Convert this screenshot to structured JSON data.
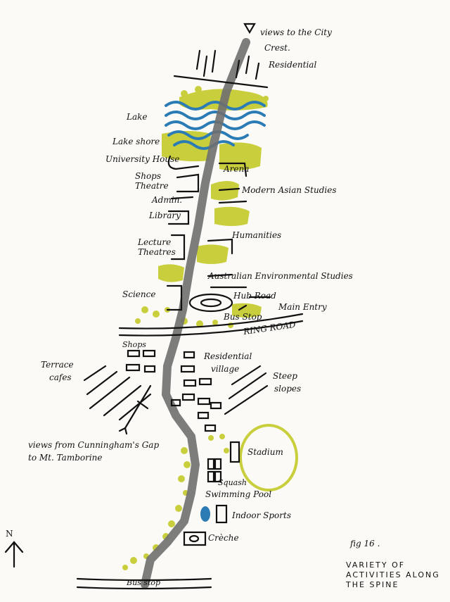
{
  "labels": {
    "views_city": "views to the City",
    "crest": "Crest.",
    "residential": "Residential",
    "lake": "Lake",
    "lake_shore": "Lake shore",
    "university_house": "University House",
    "arena": "Arena",
    "shops_top": "Shops",
    "theatre": "Theatre",
    "admin": "Admin.",
    "modern_asian": "Modern Asian Studies",
    "library": "Library",
    "humanities": "Humanities",
    "lecture_1": "Lecture",
    "lecture_2": "Theatres",
    "australian_env": "Australian Environmental Studies",
    "science": "Science",
    "hub_road": "Hub Road",
    "main_entry": "Main Entry",
    "bus_stop_top": "Bus Stop",
    "ring_road": "RING ROAD",
    "shops_mid": "Shops",
    "residential_village_1": "Residential",
    "residential_village_2": "village",
    "terrace_1": "Terrace",
    "terrace_2": "cafes",
    "steep_1": "Steep",
    "steep_2": "slopes",
    "views_gap_1": "views from Cunningham's Gap",
    "views_gap_2": "to Mt. Tamborine",
    "stadium": "Stadium",
    "squash": "Squash",
    "swimming_pool": "Swimming Pool",
    "indoor_sports": "Indoor Sports",
    "creche": "Crèche",
    "north": "N",
    "fig": "fig 16 .",
    "bus_stop_bottom": "Bus stop"
  },
  "caption": {
    "line1": "VARIETY OF",
    "line2": "ACTIVITIES ALONG",
    "line3": "THE SPINE"
  },
  "colors": {
    "ink": "#111111",
    "spine": "#6f6f6f",
    "green": "#c9cf3c",
    "water": "#2b7bb5"
  }
}
